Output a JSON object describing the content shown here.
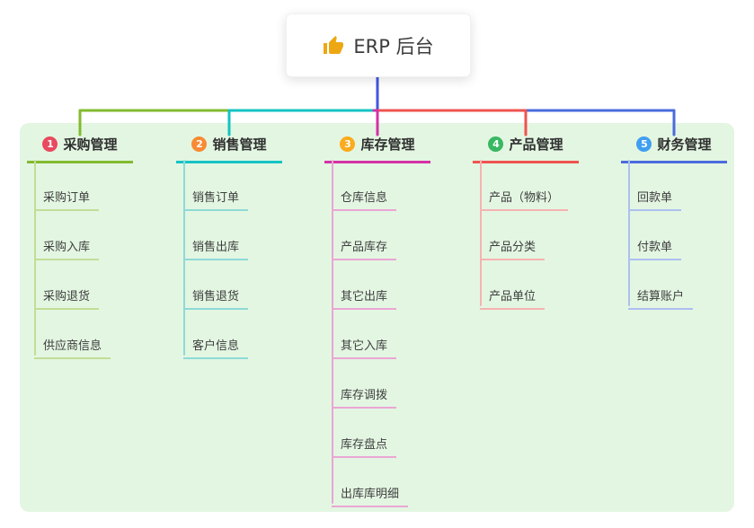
{
  "root": {
    "title": "ERP 后台",
    "icon": "thumbs-up"
  },
  "branches": [
    {
      "index": "1",
      "label": "采购管理",
      "color": "#82bb2f",
      "light_color": "#c2dd96",
      "badge_color": "#e84a5f",
      "children": [
        "采购订单",
        "采购入库",
        "采购退货",
        "供应商信息"
      ]
    },
    {
      "index": "2",
      "label": "销售管理",
      "color": "#14c3c3",
      "light_color": "#8edad6",
      "badge_color": "#f98b34",
      "children": [
        "销售订单",
        "销售出库",
        "销售退货",
        "客户信息"
      ]
    },
    {
      "index": "3",
      "label": "库存管理",
      "color": "#d431a5",
      "light_color": "#eaa6d4",
      "badge_color": "#fbab1d",
      "children": [
        "仓库信息",
        "产品库存",
        "其它出库",
        "其它入库",
        "库存调拨",
        "库存盘点",
        "出库库明细"
      ]
    },
    {
      "index": "4",
      "label": "产品管理",
      "color": "#ef5350",
      "light_color": "#f6b3b1",
      "badge_color": "#39b862",
      "children": [
        "产品（物料）",
        "产品分类",
        "产品单位"
      ]
    },
    {
      "index": "5",
      "label": "财务管理",
      "color": "#4a6bdd",
      "light_color": "#aebff0",
      "badge_color": "#409ff0",
      "children": [
        "回款单",
        "付款单",
        "结算账户"
      ]
    }
  ],
  "theme": {
    "panel_bg": "#e3f6e2",
    "root_connector": "#4356e0",
    "root_icon_color": "#eda712"
  }
}
